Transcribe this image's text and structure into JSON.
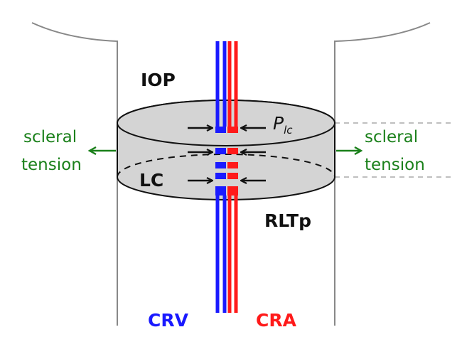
{
  "labels": {
    "iop": "IOP",
    "lc": "LC",
    "rltp": "RLTp",
    "crv": "CRV",
    "cra": "CRA",
    "p_main": "P",
    "p_sub": "lc",
    "scleral_left_1": "scleral",
    "scleral_left_2": "tension",
    "scleral_right_1": "scleral",
    "scleral_right_2": "tension"
  },
  "colors": {
    "vein": "#1a1aff",
    "artery": "#ff1a1a",
    "tension": "#1a801a",
    "disc_fill": "#d4d4d4",
    "wall": "#888888",
    "dashed_guide": "#aaaaaa",
    "text": "#111111"
  }
}
